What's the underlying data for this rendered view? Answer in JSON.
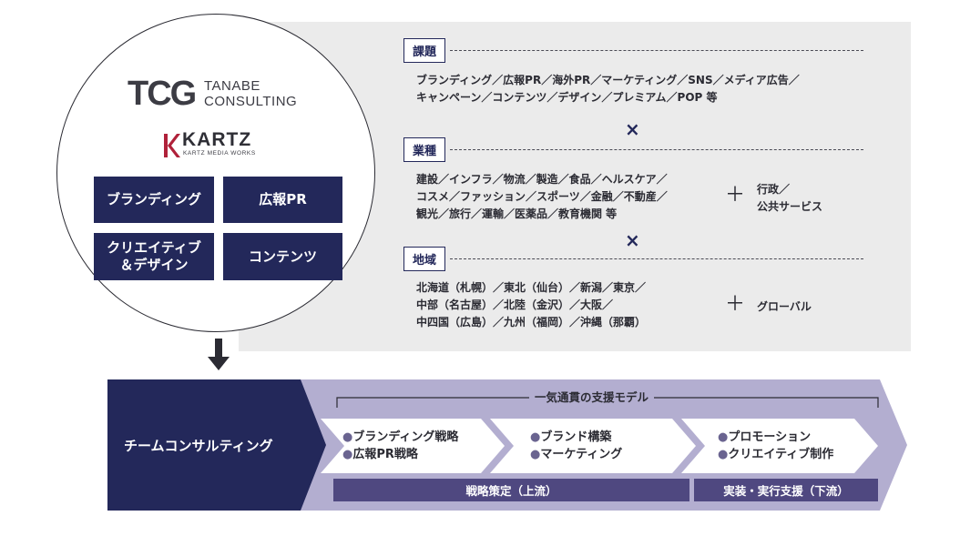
{
  "logos": {
    "tcg_mark": "TCG",
    "tcg_name_line1": "TANABE",
    "tcg_name_line2": "CONSULTING",
    "kartz_name": "KARTZ",
    "kartz_sub": "KARTZ MEDIA WORKS"
  },
  "services": [
    {
      "label": "ブランディング"
    },
    {
      "label": "広報PR"
    },
    {
      "label_line1": "クリエイティブ",
      "label_line2": "＆デザイン"
    },
    {
      "label": "コンテンツ"
    }
  ],
  "sections": {
    "kadai": {
      "label": "課題",
      "lines": [
        "ブランディング／広報PR／海外PR／マーケティング／SNS／メディア広告／",
        "キャンペーン／コンテンツ／デザイン／プレミアム／POP 等"
      ]
    },
    "gyoshu": {
      "label": "業種",
      "lines": [
        "建設／インフラ／物流／製造／食品／ヘルスケア／",
        "コスメ／ファッション／スポーツ／金融／不動産／",
        "観光／旅行／運輸／医薬品／教育機関 等"
      ],
      "side_line1": "行政／",
      "side_line2": "公共サービス"
    },
    "chiiki": {
      "label": "地域",
      "lines": [
        "北海道（札幌）／東北（仙台）／新潟／東京／",
        "中部（名古屋）／北陸（金沢）／大阪／",
        "中四国（広島）／九州（福岡）／沖縄（那覇）"
      ],
      "side_line1": "グローバル"
    }
  },
  "symbols": {
    "times": "×",
    "plus": "＋"
  },
  "model": {
    "team_label": "チームコンサルティング",
    "title": "一気通貫の支援モデル",
    "steps": [
      {
        "items": [
          "ブランディング戦略",
          "広報PR戦略"
        ]
      },
      {
        "items": [
          "ブランド構築",
          "マーケティング"
        ]
      },
      {
        "items": [
          "プロモーション",
          "クリエイティブ制作"
        ]
      }
    ],
    "bullet": "●",
    "bar_upstream": "戦略策定（上流）",
    "bar_downstream": "実装・実行支援（下流）"
  },
  "colors": {
    "navy": "#23285a",
    "lavender": "#b3aed0",
    "bar_purple": "#4f4880",
    "panel_grey": "#ebebeb"
  }
}
